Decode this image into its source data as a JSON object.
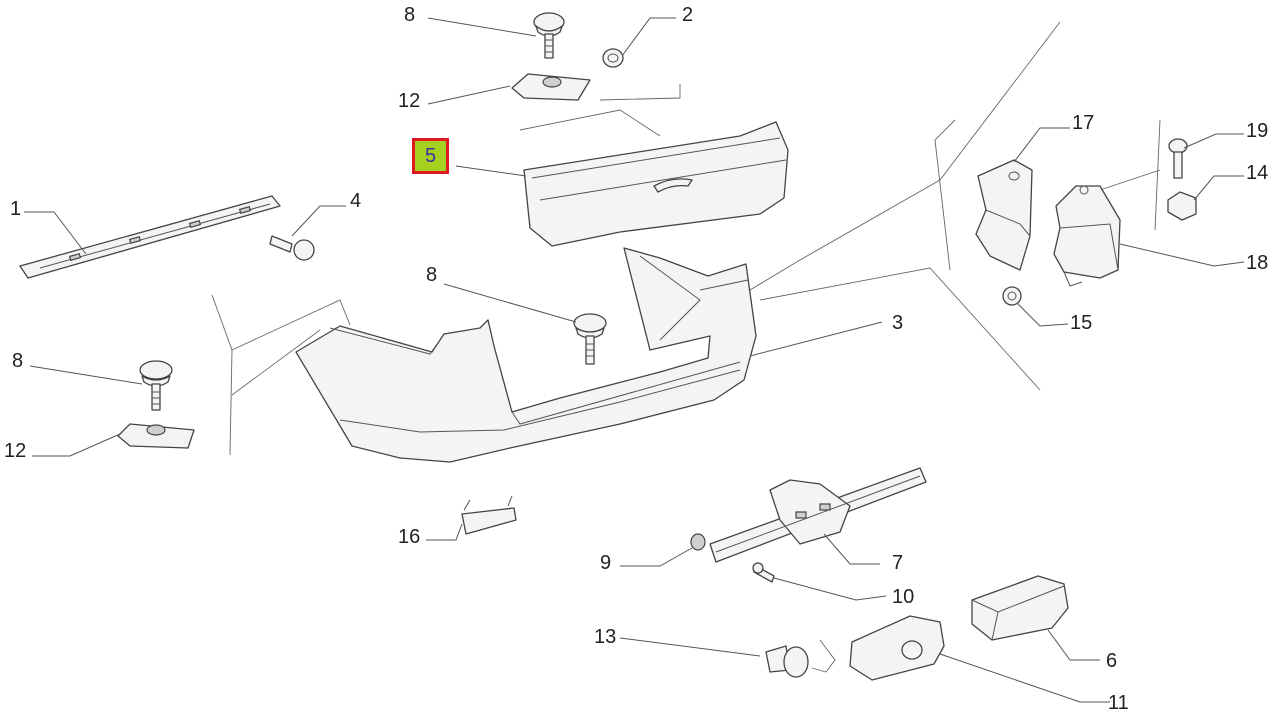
{
  "diagram": {
    "selected_callout": "5",
    "colors": {
      "highlight_fill": "#a6d11e",
      "highlight_border": "#e0191f",
      "line": "#444444"
    },
    "callouts": {
      "c8_top": "8",
      "c2": "2",
      "c12_top": "12",
      "c5": "5",
      "c1": "1",
      "c4": "4",
      "c8_mid": "8",
      "c8_left": "8",
      "c12_left": "12",
      "c3": "3",
      "c16": "16",
      "c17": "17",
      "c19": "19",
      "c14": "14",
      "c18": "18",
      "c15": "15",
      "c9": "9",
      "c7": "7",
      "c10": "10",
      "c13": "13",
      "c6": "6",
      "c11": "11"
    }
  }
}
